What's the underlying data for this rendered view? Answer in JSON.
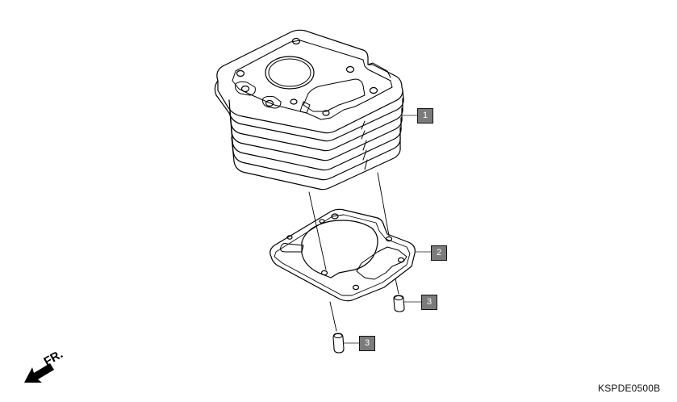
{
  "diagram": {
    "code": "KSPDE0500B",
    "direction_indicator": {
      "label": "FR.",
      "icon": "arrow-down-left-icon"
    },
    "callouts": [
      {
        "number": "1",
        "part": "cylinder"
      },
      {
        "number": "2",
        "part": "cylinder-gasket"
      },
      {
        "number": "3",
        "part": "dowel-pin-right"
      },
      {
        "number": "3",
        "part": "dowel-pin-bottom"
      }
    ],
    "colors": {
      "line": "#000000",
      "callout_fill": "#7b7b7b",
      "callout_text": "#ffffff",
      "background": "#ffffff"
    }
  }
}
